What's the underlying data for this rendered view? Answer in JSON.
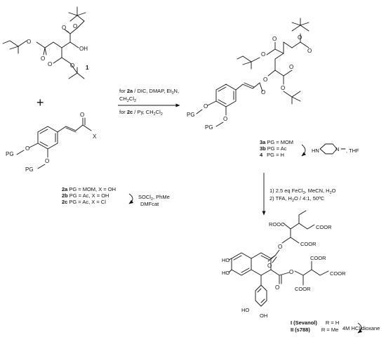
{
  "compound1": {
    "number": "1",
    "atoms": {
      "oh": "OH"
    }
  },
  "plus": "+",
  "reagent_sm": {
    "x_group": "X",
    "pg_a": "PG",
    "pg_b": "PG",
    "labels": [
      {
        "id": "2a",
        "text": "PG = MOM,  X = OH"
      },
      {
        "id": "2b",
        "text": "PG = Ac,      X = OH"
      },
      {
        "id": "2c",
        "text": "PG = Ac,      X = Cl"
      }
    ],
    "conversion": {
      "line1": "SOCl",
      "sub1": "2",
      "line1b": ", PhMe",
      "line2": "DMFcat"
    }
  },
  "step1": {
    "above_prefix": "for ",
    "above_bold": "2a",
    "above_rest": " / DIC, DMAP, Et",
    "above_sub": "3",
    "above_end": "N,",
    "above_line2": "CH",
    "above_line2_sub1": "2",
    "above_line2_mid": "Cl",
    "above_line2_sub2": "2",
    "below_prefix": "for ",
    "below_bold": "2c",
    "below_rest": " / Py, CH",
    "below_sub1": "2",
    "below_mid": "Cl",
    "below_sub2": "2"
  },
  "ester": {
    "pg_a": "PG",
    "pg_b": "PG",
    "labels": [
      {
        "id": "3a",
        "text": "PG = MOM"
      },
      {
        "id": "3b",
        "text": "PG = Ac"
      },
      {
        "id": "4",
        "text": "PG = H"
      }
    ],
    "deprotection": {
      "hn": "HN",
      "n": "N",
      "suffix": ", THF"
    }
  },
  "step2": {
    "line1_a": "1) 2.5 eq FeCl",
    "line1_sub": "3",
    "line1_b": ", MeCN, H",
    "line1_sub2": "2",
    "line1_c": "O",
    "line2_a": "2) TFA, H",
    "line2_sub": "2",
    "line2_b": "O / 4:1, 50ºC"
  },
  "product": {
    "groups": {
      "rooc": "ROOC",
      "coor_1": "COOR",
      "coor_2": "COOR",
      "coor_3": "COOR",
      "coor_4": "COOR",
      "coor_5": "COOR",
      "ho_1": "HO",
      "ho_2": "HO",
      "ho_3": "HO",
      "oh_1": "OH"
    },
    "compounds": [
      {
        "id": "I",
        "name": "(Sevanol)",
        "r": "R = H"
      },
      {
        "id": "II",
        "name": "(s788)",
        "r": "R = Me"
      }
    ],
    "hydrolysis": {
      "text": "4M HCl/dioxane"
    }
  }
}
